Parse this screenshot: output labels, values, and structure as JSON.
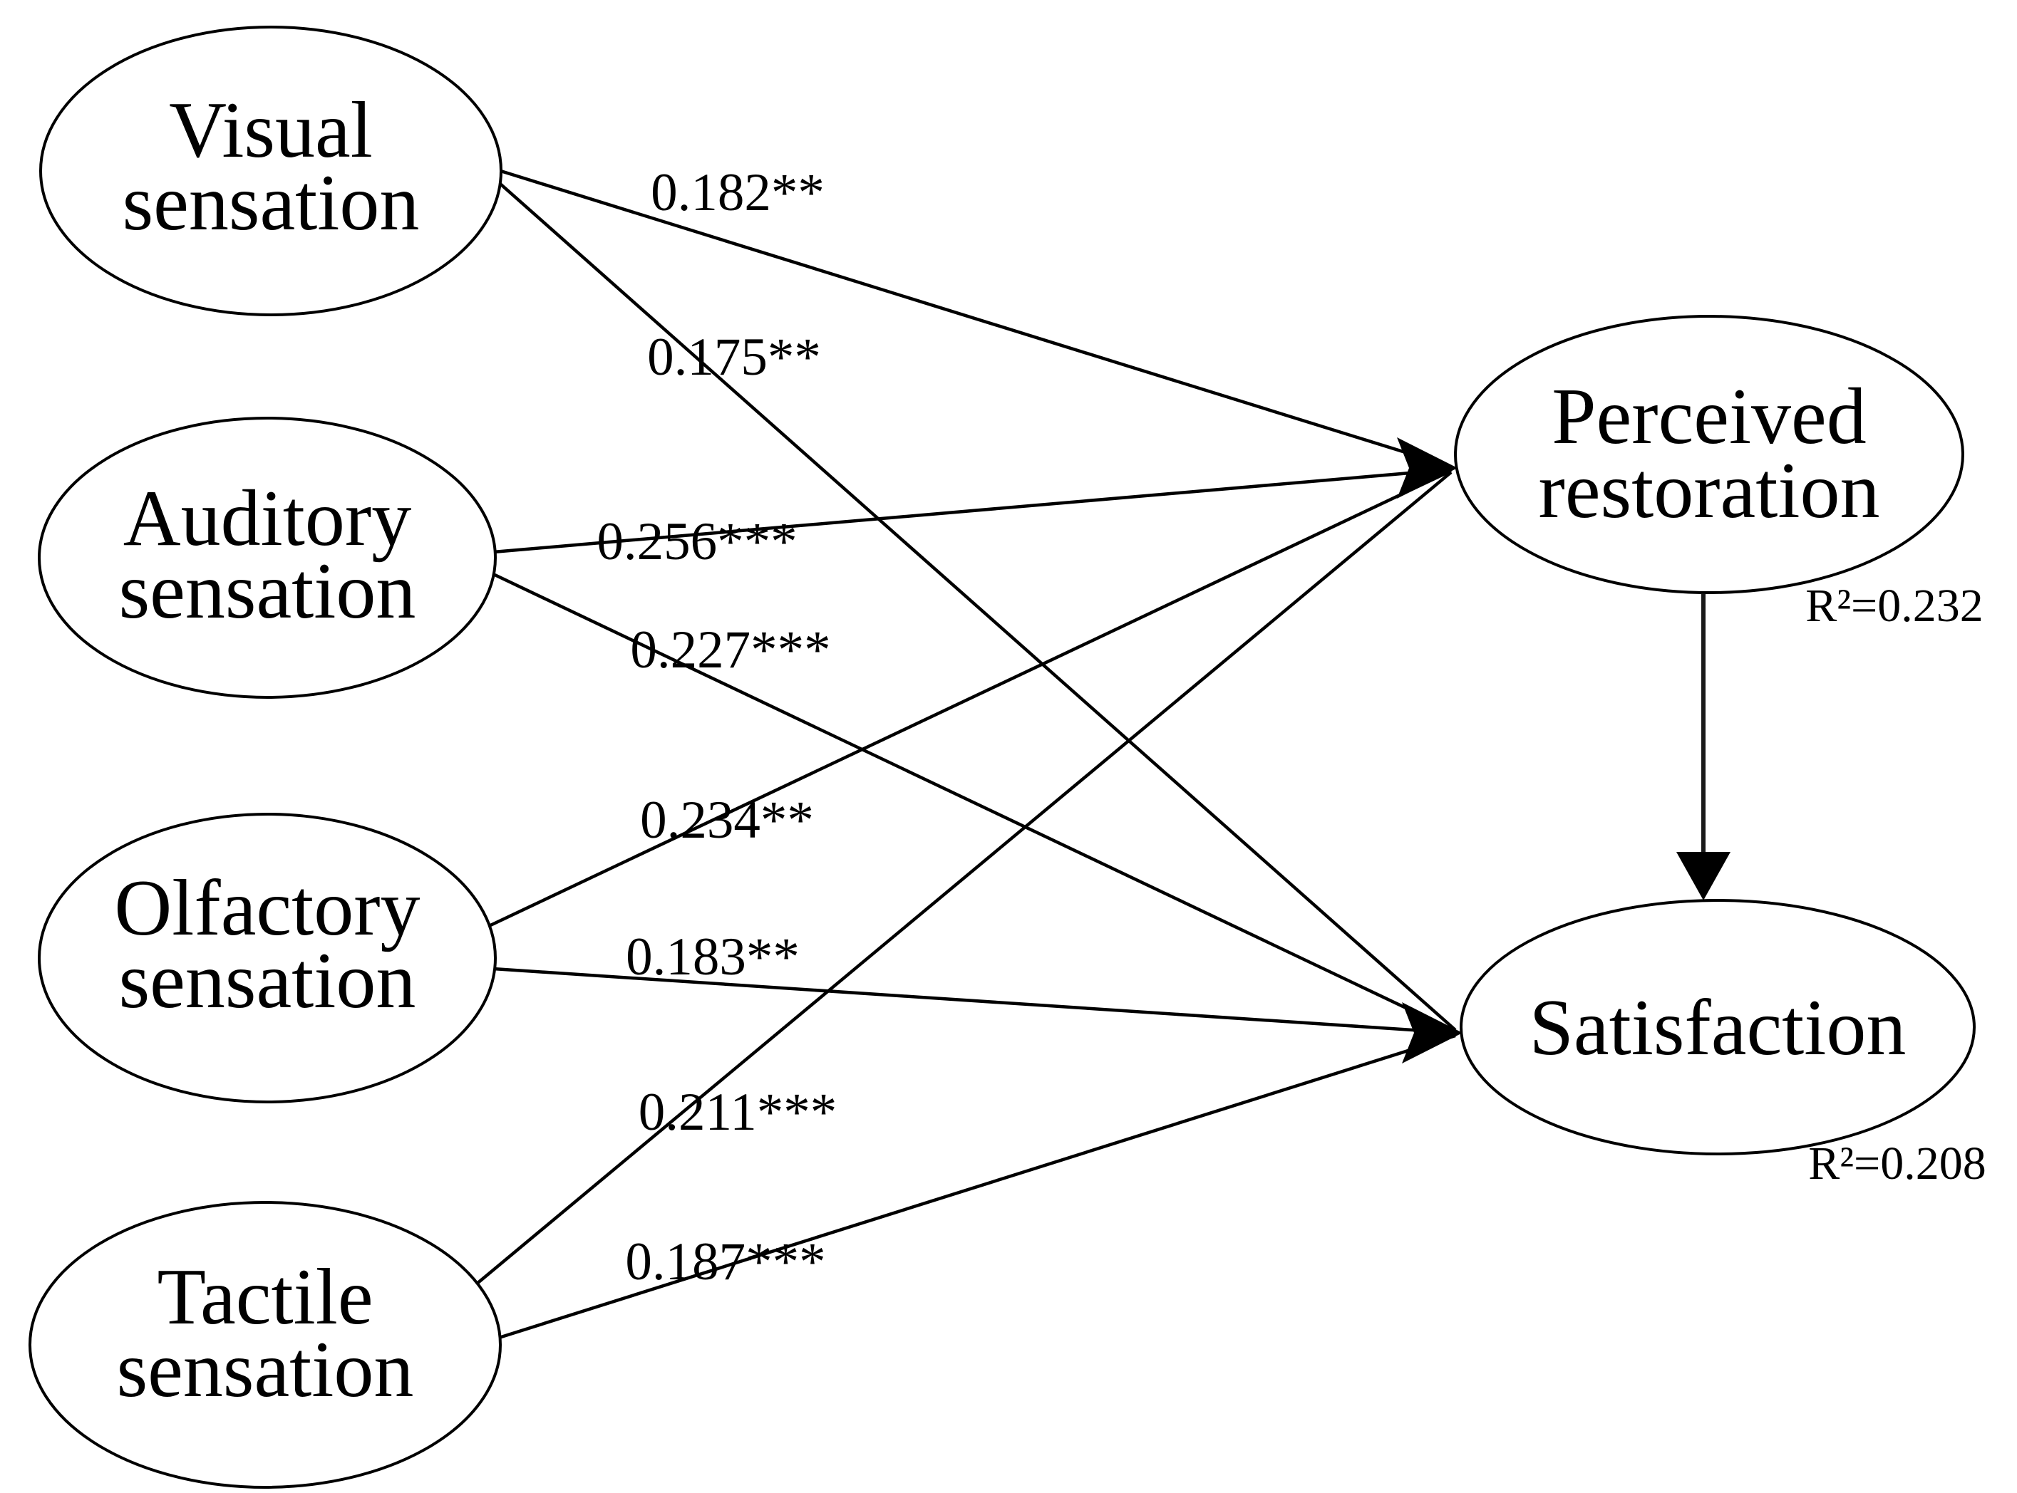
{
  "diagram": {
    "type": "structural-equation-path-model",
    "background_color": "#ffffff",
    "line_color": "#000000",
    "text_color": "#000000",
    "nodes": {
      "visual": {
        "line1": "Visual",
        "line2": "sensation"
      },
      "auditory": {
        "line1": "Auditory",
        "line2": "sensation"
      },
      "olfactory": {
        "line1": "Olfactory",
        "line2": "sensation"
      },
      "tactile": {
        "line1": "Tactile",
        "line2": "sensation"
      },
      "restoration": {
        "line1": "Perceived",
        "line2": "restoration",
        "r2": "R²=0.232"
      },
      "satisfaction": {
        "line1": "Satisfaction",
        "r2": "R²=0.208"
      }
    },
    "paths": {
      "visual_restoration": "0.182**",
      "visual_satisfaction": "0.175**",
      "auditory_restoration": "0.256***",
      "auditory_satisfaction": "0.227***",
      "olfactory_restoration": "0.234**",
      "olfactory_satisfaction": "0.183**",
      "tactile_restoration": "0.211***",
      "tactile_satisfaction": "0.187***",
      "restoration_satisfaction": ""
    }
  }
}
